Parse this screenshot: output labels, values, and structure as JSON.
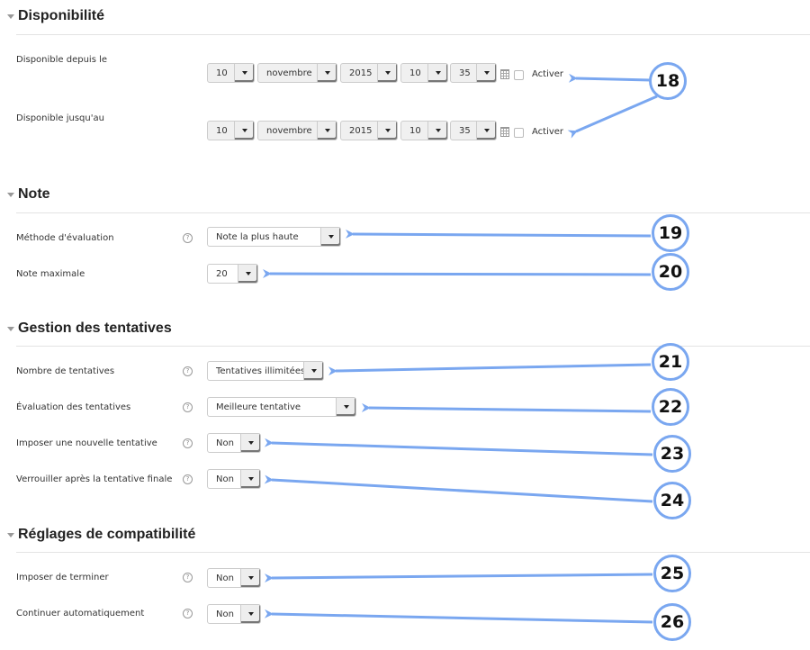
{
  "sections": {
    "availability": {
      "title": "Disponibilité",
      "from": {
        "label": "Disponible depuis le",
        "day": "10",
        "month": "novembre",
        "year": "2015",
        "hour": "10",
        "minute": "35",
        "enable_label": "Activer",
        "enabled": false
      },
      "until": {
        "label": "Disponible jusqu'au",
        "day": "10",
        "month": "novembre",
        "year": "2015",
        "hour": "10",
        "minute": "35",
        "enable_label": "Activer",
        "enabled": false
      }
    },
    "grade": {
      "title": "Note",
      "method": {
        "label": "Méthode d'évaluation",
        "value": "Note la plus haute"
      },
      "max": {
        "label": "Note maximale",
        "value": "20"
      }
    },
    "attempts": {
      "title": "Gestion des tentatives",
      "count": {
        "label": "Nombre de tentatives",
        "value": "Tentatives illimitées"
      },
      "grading": {
        "label": "Évaluation des tentatives",
        "value": "Meilleure tentative"
      },
      "force_new": {
        "label": "Imposer une nouvelle tentative",
        "value": "Non"
      },
      "lock_after": {
        "label": "Verrouiller après la tentative finale",
        "value": "Non"
      }
    },
    "compat": {
      "title": "Réglages de compatibilité",
      "force_finish": {
        "label": "Imposer de terminer",
        "value": "Non"
      },
      "auto_continue": {
        "label": "Continuer automatiquement",
        "value": "Non"
      }
    }
  },
  "help_icon": "?",
  "annotations": {
    "color": "#7aa7f0",
    "badges": [
      "18",
      "19",
      "20",
      "21",
      "22",
      "23",
      "24",
      "25",
      "26"
    ]
  }
}
